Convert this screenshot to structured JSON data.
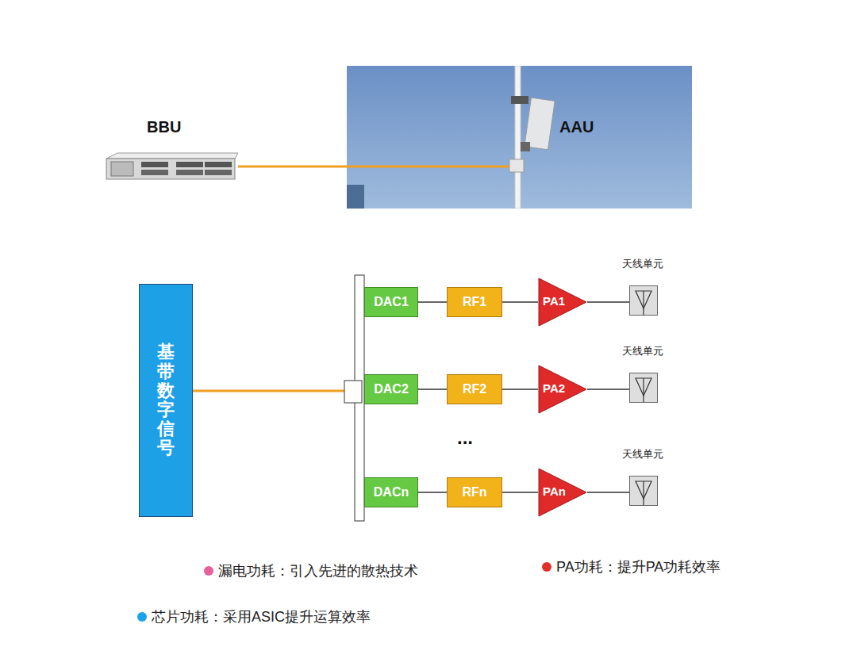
{
  "diagram": {
    "nodes": [
      {
        "text": [
          "BBU"
        ]
      },
      {
        "text": [
          "AAU"
        ]
      },
      {
        "text": [
          "基带数字信号"
        ]
      },
      {
        "text": [
          "DAC1"
        ]
      },
      {
        "text": [
          "RF1"
        ]
      },
      {
        "text": [
          "PA1"
        ]
      },
      {
        "text": [
          "天线单元"
        ]
      },
      {
        "text": [
          "DAC2"
        ]
      },
      {
        "text": [
          "RF2"
        ]
      },
      {
        "text": [
          "PA2"
        ]
      },
      {
        "text": [
          "天线单元"
        ]
      },
      {
        "text": [
          "DACn"
        ]
      },
      {
        "text": [
          "RFn"
        ]
      },
      {
        "text": [
          "PAn"
        ]
      },
      {
        "text": [
          "天线单元"
        ]
      }
    ],
    "edges": [
      {
        "from": 0,
        "to": 1,
        "arrow": "none"
      },
      {
        "from": 2,
        "to": 3,
        "arrow": "none"
      },
      {
        "from": 2,
        "to": 7,
        "arrow": "none"
      },
      {
        "from": 2,
        "to": 11,
        "arrow": "none"
      },
      {
        "from": 3,
        "to": 4,
        "arrow": "none"
      },
      {
        "from": 4,
        "to": 5,
        "arrow": "none"
      },
      {
        "from": 5,
        "to": 6,
        "arrow": "none"
      },
      {
        "from": 7,
        "to": 8,
        "arrow": "none"
      },
      {
        "from": 8,
        "to": 9,
        "arrow": "none"
      },
      {
        "from": 9,
        "to": 10,
        "arrow": "none"
      },
      {
        "from": 11,
        "to": 12,
        "arrow": "none"
      },
      {
        "from": 12,
        "to": 13,
        "arrow": "none"
      },
      {
        "from": 13,
        "to": 14,
        "arrow": "none"
      }
    ],
    "labels": [
      "..."
    ],
    "legend": [
      {
        "text": "漏电功耗：引入先进的散热技术",
        "color": "#e8609a"
      },
      {
        "text": "PA功耗：提升PA功耗效率",
        "color": "#e0302a"
      },
      {
        "text": "芯片功耗：采用ASIC提升运算效率",
        "color": "#1aa3e8"
      }
    ]
  }
}
